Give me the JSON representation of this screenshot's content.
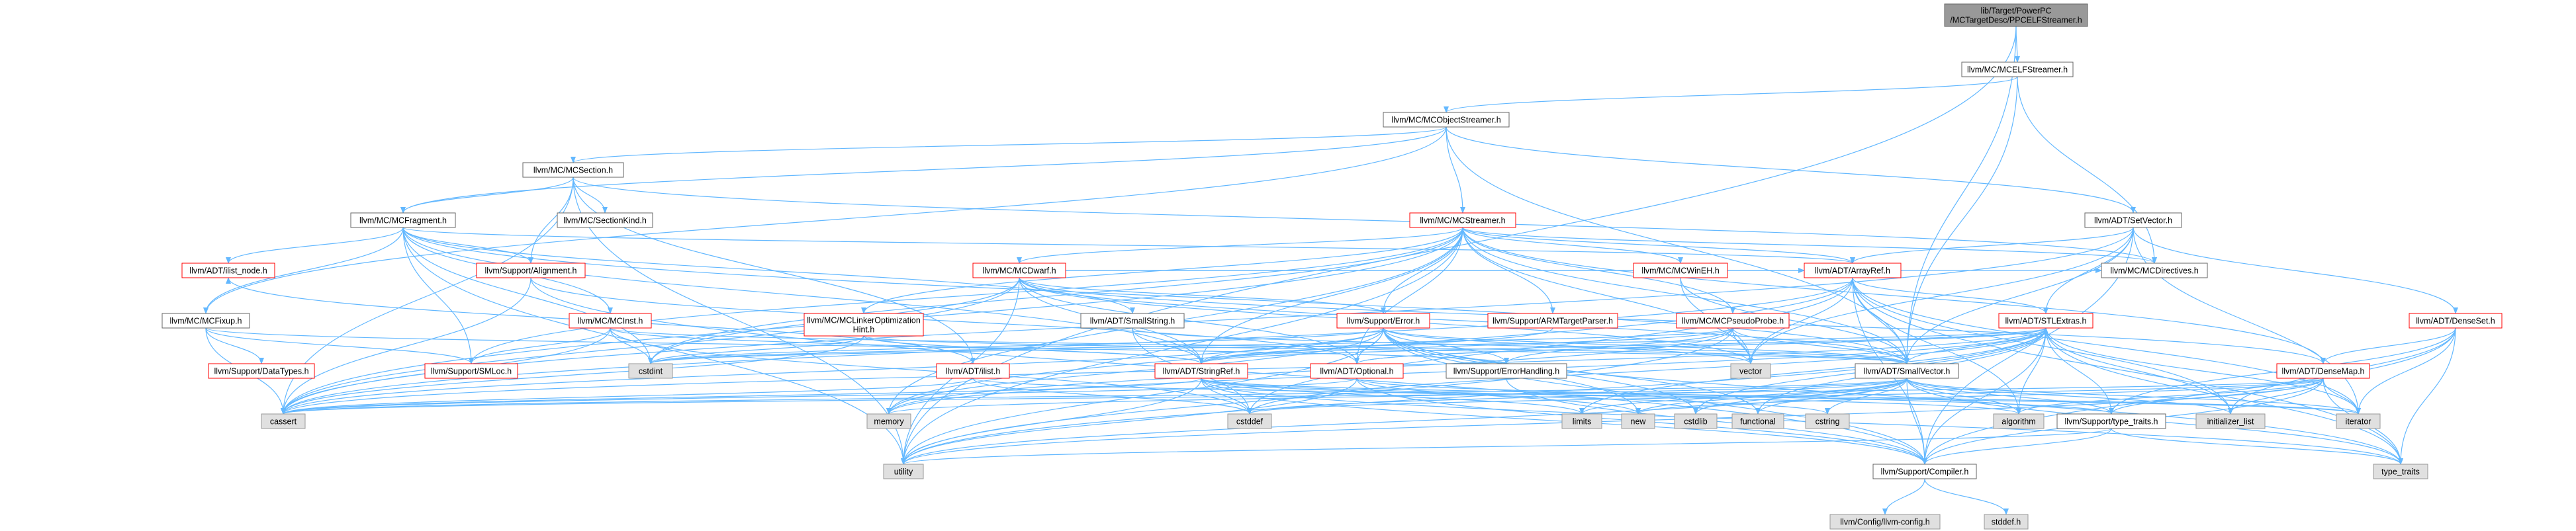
{
  "diagram": {
    "colors": {
      "root_fill": "#999999",
      "node_fill": "#ffffff",
      "node_stroke_normal": "#666666",
      "node_stroke_truncated": "#ff0000",
      "external_fill": "#e0e0e0",
      "external_stroke": "#999999",
      "edge": "#63b8ff"
    },
    "nodes": [
      {
        "id": "root",
        "label": "lib/Target/PowerPC\n/MCTargetDesc/PPCELFStreamer.h",
        "kind": "root"
      },
      {
        "id": "mcelf",
        "label": "llvm/MC/MCELFStreamer.h",
        "kind": "normal"
      },
      {
        "id": "mcobj",
        "label": "llvm/MC/MCObjectStreamer.h",
        "kind": "normal"
      },
      {
        "id": "mcsec",
        "label": "llvm/MC/MCSection.h",
        "kind": "normal"
      },
      {
        "id": "mcfrag",
        "label": "llvm/MC/MCFragment.h",
        "kind": "normal"
      },
      {
        "id": "seckind",
        "label": "llvm/MC/SectionKind.h",
        "kind": "normal"
      },
      {
        "id": "mcstream",
        "label": "llvm/MC/MCStreamer.h",
        "kind": "truncated"
      },
      {
        "id": "setvec",
        "label": "llvm/ADT/SetVector.h",
        "kind": "normal"
      },
      {
        "id": "mcdir",
        "label": "llvm/MC/MCDirectives.h",
        "kind": "normal"
      },
      {
        "id": "arrayref",
        "label": "llvm/ADT/ArrayRef.h",
        "kind": "truncated"
      },
      {
        "id": "ilistnode",
        "label": "llvm/ADT/ilist_node.h",
        "kind": "truncated"
      },
      {
        "id": "align",
        "label": "llvm/Support/Alignment.h",
        "kind": "truncated"
      },
      {
        "id": "mcdwarf",
        "label": "llvm/MC/MCDwarf.h",
        "kind": "truncated"
      },
      {
        "id": "mcwineh",
        "label": "llvm/MC/MCWinEH.h",
        "kind": "truncated"
      },
      {
        "id": "stlext",
        "label": "llvm/ADT/STLExtras.h",
        "kind": "truncated"
      },
      {
        "id": "denseset",
        "label": "llvm/ADT/DenseSet.h",
        "kind": "truncated"
      },
      {
        "id": "mcfixup",
        "label": "llvm/MC/MCFixup.h",
        "kind": "normal"
      },
      {
        "id": "mcinst",
        "label": "llvm/MC/MCInst.h",
        "kind": "truncated"
      },
      {
        "id": "mclinker",
        "label": "llvm/MC/MCLinkerOptimization\nHint.h",
        "kind": "truncated"
      },
      {
        "id": "smallstr",
        "label": "llvm/ADT/SmallString.h",
        "kind": "normal"
      },
      {
        "id": "superr",
        "label": "llvm/Support/Error.h",
        "kind": "truncated"
      },
      {
        "id": "armtp",
        "label": "llvm/Support/ARMTargetParser.h",
        "kind": "truncated"
      },
      {
        "id": "pseudo",
        "label": "llvm/MC/MCPseudoProbe.h",
        "kind": "truncated"
      },
      {
        "id": "datatypes",
        "label": "llvm/Support/DataTypes.h",
        "kind": "truncated"
      },
      {
        "id": "smloc",
        "label": "llvm/Support/SMLoc.h",
        "kind": "truncated"
      },
      {
        "id": "ilist",
        "label": "llvm/ADT/ilist.h",
        "kind": "truncated"
      },
      {
        "id": "stringref",
        "label": "llvm/ADT/StringRef.h",
        "kind": "truncated"
      },
      {
        "id": "optional",
        "label": "llvm/ADT/Optional.h",
        "kind": "truncated"
      },
      {
        "id": "errhand",
        "label": "llvm/Support/ErrorHandling.h",
        "kind": "normal"
      },
      {
        "id": "smallvec",
        "label": "llvm/ADT/SmallVector.h",
        "kind": "normal"
      },
      {
        "id": "densemap",
        "label": "llvm/ADT/DenseMap.h",
        "kind": "truncated"
      },
      {
        "id": "typetraits",
        "label": "llvm/Support/type_traits.h",
        "kind": "normal"
      },
      {
        "id": "compiler",
        "label": "llvm/Support/Compiler.h",
        "kind": "normal"
      },
      {
        "id": "llvmconfig",
        "label": "llvm/Config/llvm-config.h",
        "kind": "external"
      },
      {
        "id": "stddefh",
        "label": "stddef.h",
        "kind": "external"
      },
      {
        "id": "cstdint",
        "label": "cstdint",
        "kind": "external"
      },
      {
        "id": "cassert",
        "label": "cassert",
        "kind": "external"
      },
      {
        "id": "memory",
        "label": "memory",
        "kind": "external"
      },
      {
        "id": "vector",
        "label": "vector",
        "kind": "external"
      },
      {
        "id": "cstddef",
        "label": "cstddef",
        "kind": "external"
      },
      {
        "id": "limits",
        "label": "limits",
        "kind": "external"
      },
      {
        "id": "new",
        "label": "new",
        "kind": "external"
      },
      {
        "id": "cstdlib",
        "label": "cstdlib",
        "kind": "external"
      },
      {
        "id": "functional",
        "label": "functional",
        "kind": "external"
      },
      {
        "id": "cstring",
        "label": "cstring",
        "kind": "external"
      },
      {
        "id": "algorithm",
        "label": "algorithm",
        "kind": "external"
      },
      {
        "id": "initlist",
        "label": "initializer_list",
        "kind": "external"
      },
      {
        "id": "iterator",
        "label": "iterator",
        "kind": "external"
      },
      {
        "id": "utility",
        "label": "utility",
        "kind": "external"
      },
      {
        "id": "typetraits_std",
        "label": "type_traits",
        "kind": "external"
      }
    ],
    "edges": [
      [
        "root",
        "mcelf"
      ],
      [
        "root",
        "smallvec"
      ],
      [
        "root",
        "utility"
      ],
      [
        "mcelf",
        "mcobj"
      ],
      [
        "mcelf",
        "mcdir"
      ],
      [
        "mcelf",
        "smallvec"
      ],
      [
        "mcobj",
        "mcsec"
      ],
      [
        "mcobj",
        "mcstream"
      ],
      [
        "mcobj",
        "setvec"
      ],
      [
        "mcobj",
        "mcfrag"
      ],
      [
        "mcobj",
        "mcfixup"
      ],
      [
        "mcobj",
        "smallvec"
      ],
      [
        "mcsec",
        "mcfrag"
      ],
      [
        "mcsec",
        "seckind"
      ],
      [
        "mcsec",
        "align"
      ],
      [
        "mcsec",
        "ilist"
      ],
      [
        "mcsec",
        "mcdir"
      ],
      [
        "mcsec",
        "cassert"
      ],
      [
        "mcsec",
        "utility"
      ],
      [
        "mcfrag",
        "ilistnode"
      ],
      [
        "mcfrag",
        "align"
      ],
      [
        "mcfrag",
        "mcfixup"
      ],
      [
        "mcfrag",
        "mcinst"
      ],
      [
        "mcfrag",
        "arrayref"
      ],
      [
        "mcfrag",
        "smallstr"
      ],
      [
        "mcfrag",
        "smloc"
      ],
      [
        "mcfrag",
        "smallvec"
      ],
      [
        "mcfrag",
        "stringref"
      ],
      [
        "mcfrag",
        "cstdint"
      ],
      [
        "mcfrag",
        "utility"
      ],
      [
        "mcstream",
        "mcdwarf"
      ],
      [
        "mcstream",
        "mcwineh"
      ],
      [
        "mcstream",
        "mclinker"
      ],
      [
        "mcstream",
        "mcpseudo_alias"
      ],
      [
        "mcstream",
        "pseudo"
      ],
      [
        "mcstream",
        "armtp"
      ],
      [
        "mcstream",
        "superr"
      ],
      [
        "mcstream",
        "arrayref"
      ],
      [
        "mcstream",
        "optional"
      ],
      [
        "mcstream",
        "stringref"
      ],
      [
        "mcstream",
        "mcdir"
      ],
      [
        "mcstream",
        "densemap"
      ],
      [
        "mcstream",
        "smallvec"
      ],
      [
        "mcstream",
        "smloc"
      ],
      [
        "mcstream",
        "cassert"
      ],
      [
        "mcstream",
        "cstdint"
      ],
      [
        "mcstream",
        "memory"
      ],
      [
        "mcstream",
        "utility"
      ],
      [
        "mcstream",
        "vector"
      ],
      [
        "mcstream",
        "string_alias"
      ],
      [
        "setvec",
        "arrayref"
      ],
      [
        "setvec",
        "denseset"
      ],
      [
        "setvec",
        "stlext"
      ],
      [
        "setvec",
        "compiler"
      ],
      [
        "setvec",
        "cassert"
      ],
      [
        "setvec",
        "iterator"
      ],
      [
        "setvec",
        "vector"
      ],
      [
        "setvec",
        "smallvec"
      ],
      [
        "arrayref",
        "stlext"
      ],
      [
        "arrayref",
        "smallvec"
      ],
      [
        "arrayref",
        "compiler"
      ],
      [
        "arrayref",
        "algorithm"
      ],
      [
        "arrayref",
        "array_alias"
      ],
      [
        "arrayref",
        "cassert"
      ],
      [
        "arrayref",
        "cstddef"
      ],
      [
        "arrayref",
        "initlist"
      ],
      [
        "arrayref",
        "iterator"
      ],
      [
        "arrayref",
        "memory"
      ],
      [
        "arrayref",
        "typetraits_std"
      ],
      [
        "arrayref",
        "vector"
      ],
      [
        "stlext",
        "optional"
      ],
      [
        "stlext",
        "smallvec"
      ],
      [
        "stlext",
        "typetraits"
      ],
      [
        "stlext",
        "compiler"
      ],
      [
        "stlext",
        "algorithm"
      ],
      [
        "stlext",
        "cassert"
      ],
      [
        "stlext",
        "cstddef"
      ],
      [
        "stlext",
        "cstdint"
      ],
      [
        "stlext",
        "cstdlib"
      ],
      [
        "stlext",
        "functional"
      ],
      [
        "stlext",
        "initlist"
      ],
      [
        "stlext",
        "iterator"
      ],
      [
        "stlext",
        "limits"
      ],
      [
        "stlext",
        "memory"
      ],
      [
        "stlext",
        "typetraits_std"
      ],
      [
        "stlext",
        "utility"
      ],
      [
        "denseset",
        "densemap"
      ],
      [
        "denseset",
        "compiler"
      ],
      [
        "denseset",
        "typetraits"
      ],
      [
        "denseset",
        "initlist"
      ],
      [
        "denseset",
        "iterator"
      ],
      [
        "denseset",
        "typetraits_std"
      ],
      [
        "densemap",
        "compiler"
      ],
      [
        "densemap",
        "typetraits"
      ],
      [
        "densemap",
        "algorithm"
      ],
      [
        "densemap",
        "cassert"
      ],
      [
        "densemap",
        "cstddef"
      ],
      [
        "densemap",
        "initlist"
      ],
      [
        "densemap",
        "iterator"
      ],
      [
        "densemap",
        "new"
      ],
      [
        "densemap",
        "typetraits_std"
      ],
      [
        "densemap",
        "utility"
      ],
      [
        "mcfixup",
        "datatypes"
      ],
      [
        "mcfixup",
        "smloc"
      ],
      [
        "mcfixup",
        "errhand"
      ],
      [
        "mcfixup",
        "cassert"
      ],
      [
        "mcinst",
        "smloc"
      ],
      [
        "mcinst",
        "smallvec"
      ],
      [
        "mcinst",
        "stringref"
      ],
      [
        "mcinst",
        "cassert"
      ],
      [
        "mcinst",
        "cstddef"
      ],
      [
        "mcinst",
        "cstdint"
      ],
      [
        "mclinker",
        "smallvec"
      ],
      [
        "mclinker",
        "stringref"
      ],
      [
        "mclinker",
        "cassert"
      ],
      [
        "mclinker",
        "cstdint"
      ],
      [
        "smallstr",
        "smallvec"
      ],
      [
        "smallstr",
        "stringref"
      ],
      [
        "smallstr",
        "cstddef"
      ],
      [
        "superr",
        "stringref"
      ],
      [
        "superr",
        "errhand"
      ],
      [
        "superr",
        "compiler"
      ],
      [
        "superr",
        "optional"
      ],
      [
        "superr",
        "smallvec"
      ],
      [
        "superr",
        "cassert"
      ],
      [
        "superr",
        "cstdint"
      ],
      [
        "superr",
        "cstdlib"
      ],
      [
        "superr",
        "functional"
      ],
      [
        "superr",
        "memory"
      ],
      [
        "superr",
        "new"
      ],
      [
        "superr",
        "typetraits_std"
      ],
      [
        "superr",
        "utility"
      ],
      [
        "superr",
        "vector"
      ],
      [
        "mcdwarf",
        "mcdir"
      ],
      [
        "mcdwarf",
        "smallvec"
      ],
      [
        "mcdwarf",
        "stringref"
      ],
      [
        "mcdwarf",
        "optional"
      ],
      [
        "mcdwarf",
        "superr"
      ],
      [
        "mcdwarf",
        "cassert"
      ],
      [
        "mcdwarf",
        "cstdint"
      ],
      [
        "mcdwarf",
        "utility"
      ],
      [
        "mcdwarf",
        "vector"
      ],
      [
        "mcdwarf",
        "arrayref"
      ],
      [
        "mcdwarf",
        "densemap"
      ],
      [
        "mcwineh",
        "vector"
      ],
      [
        "mcwineh",
        "smallvec"
      ],
      [
        "pseudo",
        "smallvec"
      ],
      [
        "pseudo",
        "stringref"
      ],
      [
        "pseudo",
        "vector"
      ],
      [
        "pseudo",
        "cstdint"
      ],
      [
        "pseudo",
        "errhand"
      ],
      [
        "pseudo",
        "memory"
      ],
      [
        "pseudo",
        "utility"
      ],
      [
        "armtp",
        "stringref"
      ],
      [
        "ilist",
        "ilistnode"
      ],
      [
        "ilist",
        "cassert"
      ],
      [
        "ilist",
        "cstddef"
      ],
      [
        "ilist",
        "iterator"
      ],
      [
        "stringref",
        "compiler"
      ],
      [
        "stringref",
        "algorithm"
      ],
      [
        "stringref",
        "cassert"
      ],
      [
        "stringref",
        "cstddef"
      ],
      [
        "stringref",
        "cstring"
      ],
      [
        "stringref",
        "limits"
      ],
      [
        "stringref",
        "typetraits_std"
      ],
      [
        "stringref",
        "utility"
      ],
      [
        "stringref",
        "stlext"
      ],
      [
        "stringref",
        "iterator"
      ],
      [
        "optional",
        "compiler"
      ],
      [
        "optional",
        "typetraits"
      ],
      [
        "optional",
        "cassert"
      ],
      [
        "optional",
        "new"
      ],
      [
        "optional",
        "utility"
      ],
      [
        "optional",
        "stlext"
      ],
      [
        "errhand",
        "compiler"
      ],
      [
        "smallvec",
        "compiler"
      ],
      [
        "smallvec",
        "typetraits"
      ],
      [
        "smallvec",
        "algorithm"
      ],
      [
        "smallvec",
        "cassert"
      ],
      [
        "smallvec",
        "cstddef"
      ],
      [
        "smallvec",
        "cstdlib"
      ],
      [
        "smallvec",
        "cstring"
      ],
      [
        "smallvec",
        "functional"
      ],
      [
        "smallvec",
        "initlist"
      ],
      [
        "smallvec",
        "iterator"
      ],
      [
        "smallvec",
        "limits"
      ],
      [
        "smallvec",
        "memory"
      ],
      [
        "smallvec",
        "new"
      ],
      [
        "smallvec",
        "typetraits_std"
      ],
      [
        "smallvec",
        "utility"
      ],
      [
        "typetraits",
        "compiler"
      ],
      [
        "typetraits",
        "typetraits_std"
      ],
      [
        "typetraits",
        "utility"
      ],
      [
        "compiler",
        "llvmconfig"
      ],
      [
        "compiler",
        "stddefh"
      ],
      [
        "align",
        "compiler"
      ],
      [
        "align",
        "cassert"
      ],
      [
        "align",
        "optional"
      ]
    ]
  }
}
